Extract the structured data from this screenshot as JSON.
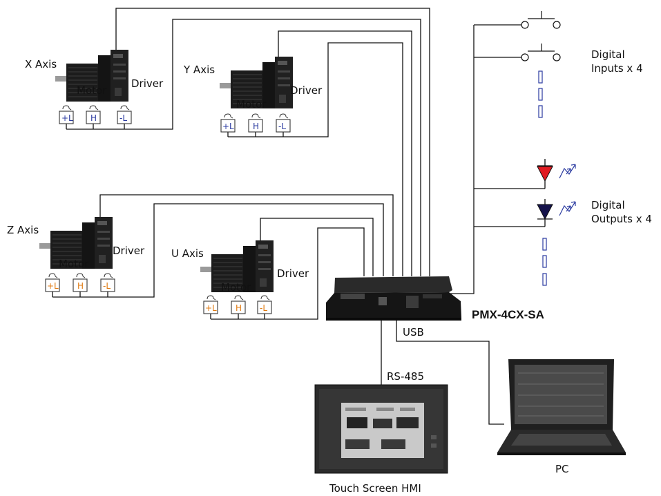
{
  "axes": [
    {
      "axis_label": "X Axis",
      "motor_label": "Motor",
      "driver_label": "Driver",
      "switches": [
        "+L",
        "H",
        "-L"
      ],
      "switch_color": "#2a3aa0"
    },
    {
      "axis_label": "Y Axis",
      "motor_label": "Motor",
      "driver_label": "Driver",
      "switches": [
        "+L",
        "H",
        "-L"
      ],
      "switch_color": "#2a3aa0"
    },
    {
      "axis_label": "Z Axis",
      "motor_label": "Motor",
      "driver_label": "Driver",
      "switches": [
        "+L",
        "H",
        "-L"
      ],
      "switch_color": "#e07a10"
    },
    {
      "axis_label": "U Axis",
      "motor_label": "Motor",
      "driver_label": "Driver",
      "switches": [
        "+L",
        "H",
        "-L"
      ],
      "switch_color": "#e07a10"
    }
  ],
  "controller": {
    "label": "PMX-4CX-SA"
  },
  "inputs": {
    "label_line1": "Digital",
    "label_line2": "Inputs x 4"
  },
  "outputs": {
    "label_line1": "Digital",
    "label_line2": "Outputs x 4",
    "led_colors": [
      "#e11b22",
      "#14124a"
    ]
  },
  "connections": {
    "usb_label": "USB",
    "rs485_label": "RS-485"
  },
  "hmi": {
    "label": "Touch Screen HMI"
  },
  "pc": {
    "label": "PC"
  }
}
